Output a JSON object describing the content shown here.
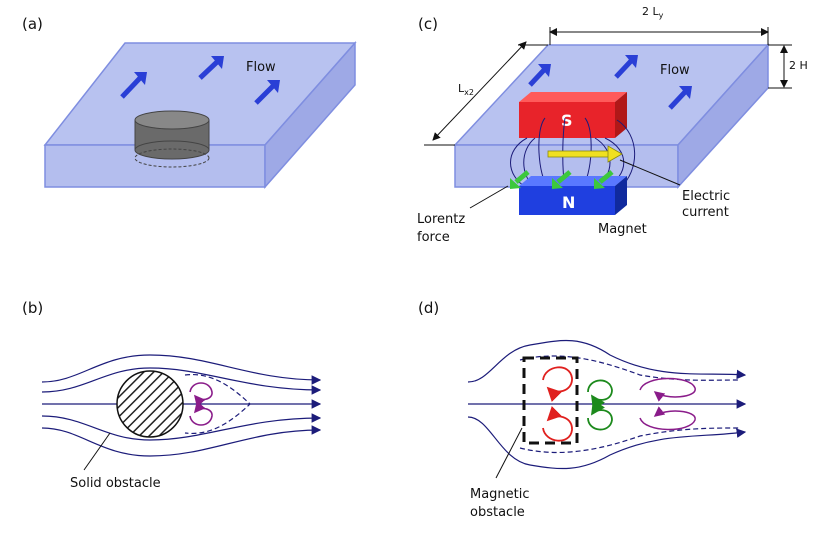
{
  "panels": {
    "a": "(a)",
    "b": "(b)",
    "c": "(c)",
    "d": "(d)"
  },
  "labels": {
    "flow_a": "Flow",
    "flow_c": "Flow",
    "width": "2 L",
    "width_sub": "y",
    "height": "2 H",
    "length": "L",
    "length_sub": "x2",
    "magnet_s": "S",
    "magnet_n": "N",
    "electric_current_1": "Electric",
    "electric_current_2": "current",
    "lorentz_1": "Lorentz",
    "lorentz_2": "force",
    "magnet": "Magnet",
    "solid_obstacle": "Solid obstacle",
    "magnetic_obstacle_1": "Magnetic",
    "magnetic_obstacle_2": "obstacle"
  },
  "colors": {
    "slab_fill": "#b8c2f0",
    "slab_side": "#9ea9e6",
    "slab_edge": "#7f8ee0",
    "flow_arrow": "#2a3fd6",
    "streamline": "#1c1c7a",
    "magnet_s": "#e8232a",
    "magnet_n": "#1f3fe0",
    "vortex_purple": "#8a1c8a",
    "vortex_red": "#e0201e",
    "vortex_green": "#1c8a1c",
    "lorentz_green": "#3cc83c",
    "current_yellow": "#f0e020"
  }
}
